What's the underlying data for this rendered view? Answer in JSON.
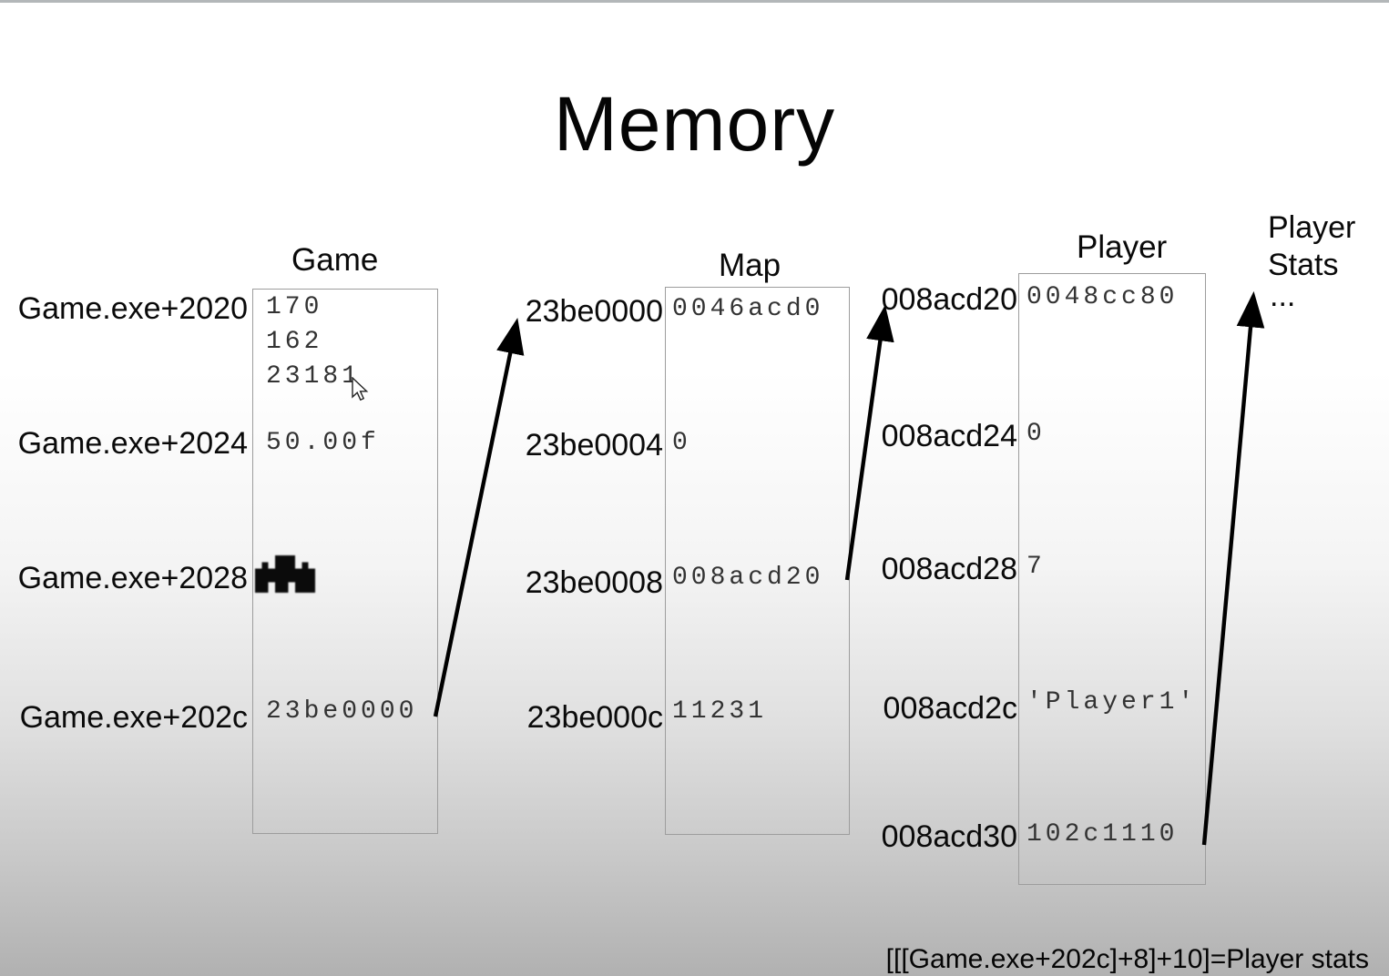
{
  "title": "Memory",
  "columns": {
    "game": {
      "header": "Game",
      "rows": [
        {
          "label": "Game.exe+2020",
          "lines": [
            "170",
            "162",
            "23181"
          ]
        },
        {
          "label": "Game.exe+2024",
          "lines": [
            "50.00f"
          ]
        },
        {
          "label": "Game.exe+2028",
          "lines": [],
          "icon": "invader-sprite-icon"
        },
        {
          "label": "Game.exe+202c",
          "lines": [
            "23be0000"
          ]
        }
      ]
    },
    "map": {
      "header": "Map",
      "rows": [
        {
          "label": "23be0000",
          "value": "0046acd0"
        },
        {
          "label": "23be0004",
          "value": "0"
        },
        {
          "label": "23be0008",
          "value": "008acd20"
        },
        {
          "label": "23be000c",
          "value": "11231"
        }
      ]
    },
    "player": {
      "header": "Player",
      "rows": [
        {
          "label": "008acd20",
          "value": "0048cc80"
        },
        {
          "label": "008acd24",
          "value": "0"
        },
        {
          "label": "008acd28",
          "value": "7"
        },
        {
          "label": "008acd2c",
          "value": "'Player1'"
        },
        {
          "label": "008acd30",
          "value": "102c1110"
        }
      ]
    }
  },
  "annotations": {
    "player_stats_line1": "Player",
    "player_stats_line2": "Stats",
    "player_stats_ellipsis": "...",
    "formula": "[[[Game.exe+202c]+8]+10]=Player stats"
  },
  "icons": {
    "sprite": "invader-sprite-icon",
    "cursor": "mouse-pointer-icon"
  },
  "colors": {
    "arrow": "#000000",
    "box_border": "#9d9d9d",
    "mono_text": "#333333"
  }
}
